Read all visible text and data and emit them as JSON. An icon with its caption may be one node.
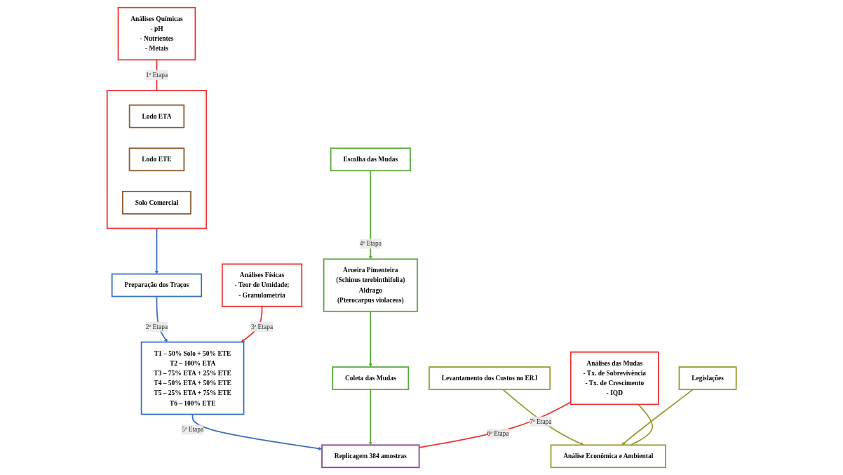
{
  "diagram": {
    "nodes": [
      {
        "text": [
          "Análises Químicas",
          "- pH",
          "- Nutrientes",
          "- Metais"
        ]
      },
      {
        "text": [],
        "shape": "box"
      },
      {
        "text": [
          "Lodo ETA"
        ],
        "in": 1
      },
      {
        "text": [
          "Lodo ETE"
        ],
        "in": 1
      },
      {
        "text": [
          "Solo Comercial"
        ],
        "in": 1
      },
      {
        "text": [
          "Preparação dos Traços"
        ]
      },
      {
        "text": [
          "T1 – 50% Solo + 50% ETE",
          "T2 – 100% ETA",
          "T3 – 75% ETA + 25% ETE",
          "T4 – 50% ETA + 50% ETE",
          "T5 – 25% ETA + 75% ETE",
          "T6 – 100% ETE"
        ]
      },
      {
        "text": [
          "Análises Físicas",
          "- Teor de Umidade;",
          "- Granulometria"
        ]
      },
      {
        "text": [
          "Replicagem 384 amostras"
        ]
      },
      {
        "text": [
          "Escolha das Mudas"
        ]
      },
      {
        "text": [
          "Aroeira Pimenteira",
          "(Schinus terebinthifolia)",
          "Aldrago",
          "(Pterocarpus violaceus)"
        ]
      },
      {
        "text": [
          "Coleta das Mudas"
        ]
      },
      {
        "text": [
          "Levantamento dos Custos no ERJ"
        ]
      },
      {
        "text": [
          "Legislações"
        ]
      },
      {
        "text": [
          "Análises das Mudas",
          "- Tx. de Sobrevivência",
          "- Tx. de Crescimento",
          "- IQD"
        ]
      },
      {
        "text": [
          "Análise Econômica e Ambiental"
        ]
      }
    ],
    "edges": [
      {
        "from": 0,
        "to": 1,
        "arrow": "none",
        "label": "1ª Etapa",
        "color": "#ee3333"
      },
      {
        "from": 1,
        "to": 5,
        "arrow": "to",
        "color": "#3a6fc0"
      },
      {
        "from": 5,
        "to": 6,
        "arrow": "to",
        "label": "2ª Etapa",
        "color": "#3a6fc0"
      },
      {
        "from": 7,
        "to": 6,
        "arrow": "to",
        "label": "3ª Etapa",
        "color": "#ee3333"
      },
      {
        "from": 6,
        "to": 8,
        "arrow": "to",
        "label": "5ª Etapa",
        "color": "#3a6fc0"
      },
      {
        "from": 9,
        "to": 10,
        "arrow": "to",
        "label": "4ª Etapa",
        "color": "#5aa83c"
      },
      {
        "from": 10,
        "to": 11,
        "arrow": "to",
        "color": "#5aa83c"
      },
      {
        "from": 11,
        "to": 8,
        "arrow": "to",
        "color": "#5aa83c"
      },
      {
        "from": 14,
        "to": 8,
        "arrow": "none",
        "label": "6ª Etapa",
        "color": "#ee3333"
      },
      {
        "from": 12,
        "to": 15,
        "arrow": "to",
        "label": "7ª Etapa",
        "color": "#9a9a2e"
      },
      {
        "from": 13,
        "to": 15,
        "arrow": "to",
        "color": "#9a9a2e"
      },
      {
        "from": 14,
        "to": 15,
        "arrow": "none",
        "color": "#9a9a2e"
      }
    ]
  }
}
